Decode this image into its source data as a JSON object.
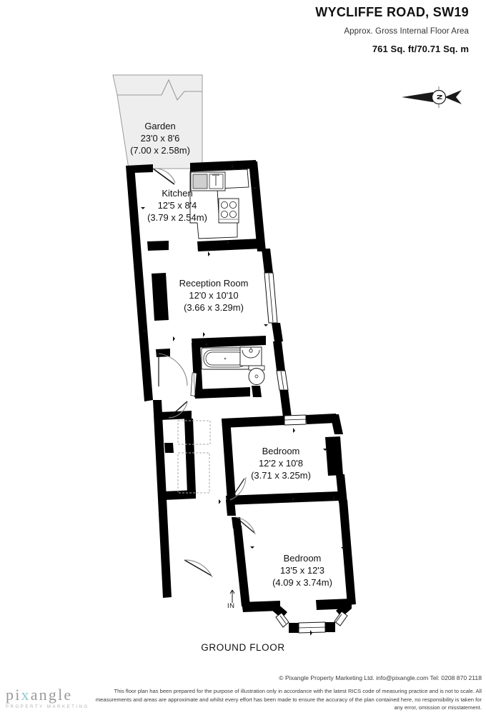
{
  "header": {
    "address": "WYCLIFFE ROAD, SW19",
    "approx_label": "Approx. Gross Internal Floor Area",
    "area": "761 Sq. ft/70.71 Sq. m"
  },
  "compass": {
    "north_label": "N"
  },
  "plan": {
    "floor_label": "GROUND FLOOR",
    "entrance_label": "IN",
    "rooms": [
      {
        "name": "Garden",
        "imperial": "23'0 x 8'6",
        "metric": "(7.00 x 2.58m)"
      },
      {
        "name": "Kitchen",
        "imperial": "12'5 x 8'4",
        "metric": "(3.79 x 2.54m)"
      },
      {
        "name": "Reception Room",
        "imperial": "12'0 x 10'10",
        "metric": "(3.66 x 3.29m)"
      },
      {
        "name": "Bedroom",
        "imperial": "12'2 x 10'8",
        "metric": "(3.71 x 3.25m)"
      },
      {
        "name": "Bedroom",
        "imperial": "13'5 x 12'3",
        "metric": "(4.09 x 3.74m)"
      }
    ],
    "fixtures": [
      "sink",
      "hob",
      "bathtub",
      "wash-basin",
      "toilet",
      "cupboard",
      "cupboard"
    ]
  },
  "footer": {
    "credit": "© Pixangle Property Marketing Ltd. info@pixangle.com Tel: 0208 870 2118",
    "disclaimer": "This floor plan has been prepared for the purpose of illustration only in accordance with the latest RICS code of measuring practice and is not to scale. All measurements and areas are approximate and whilst every effort has been made to ensure the accuracy of the plan contained here, no responsibility is taken for any error, omission or misstatement.",
    "logo_part1": "pi",
    "logo_x": "x",
    "logo_part2": "angle",
    "logo_sub": "PROPERTY MARKETING"
  },
  "colors": {
    "wall": "#000000",
    "garden_fill": "#eeeeee",
    "garden_stroke": "#9a9a9a",
    "logo_accent": "#8fc7c9",
    "text": "#111111"
  }
}
